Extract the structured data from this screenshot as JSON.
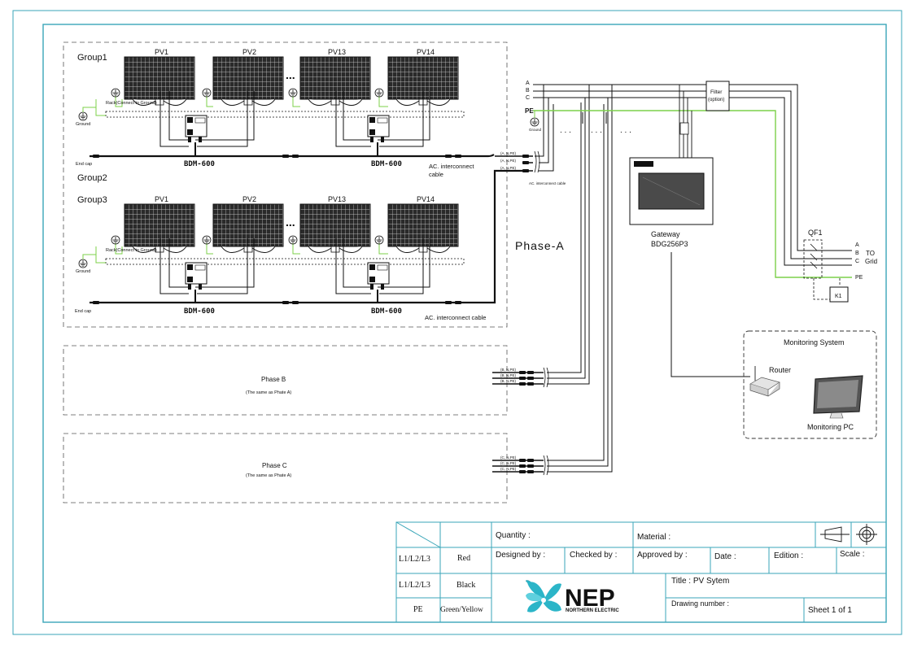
{
  "groups": {
    "group1": "Group1",
    "group2": "Group2",
    "group3": "Group3"
  },
  "panels": [
    "PV1",
    "PV2",
    "PV13",
    "PV14"
  ],
  "ellipsis": "...",
  "labels": {
    "rack": "Rack(Connect to Ground)",
    "ground": "Ground",
    "end_cap": "End cap",
    "inverter": "BDM-600",
    "ac_cable": "AC. interconnect cable",
    "ac_cable_line1": "AC. interconnect",
    "ac_cable_line2": "cable",
    "ac_cable_small": "AC. interconnect cable",
    "phase_a": "Phase-A",
    "phase_b": "Phase  B",
    "phase_c": "Phase  C",
    "same_as": "(The same as Phate A)",
    "wire_a": "(A, N,PE)",
    "wire_b": "(B, N,PE)",
    "wire_c": "(C, N,PE)",
    "bus_a": "A",
    "bus_b": "B",
    "bus_c": "C",
    "bus_pe": "PE",
    "filter_1": "Filter",
    "filter_2": "(option)",
    "gateway_1": "Gateway",
    "gateway_2": "BDG256P3",
    "qf1": "QF1",
    "k1": "K1",
    "to_grid_1": "TO",
    "to_grid_2": "Grid",
    "out_a": "A",
    "out_b": "B",
    "out_c": "C",
    "out_pe": "PE",
    "monitoring_system": "Monitoring System",
    "router": "Router",
    "monitoring_pc": "Monitoring  PC"
  },
  "title_block": {
    "quantity": "Quantity :",
    "material": "Material :",
    "designed_by": "Designed by :",
    "checked_by": "Checked  by :",
    "approved_by": "Approved by :",
    "date": "Date :",
    "edition": "Edition :",
    "scale": "Scale :",
    "title": "Title : PV Sytem",
    "drawing_number": "Drawing  number :",
    "sheet": "Sheet   1  of  1",
    "legend": [
      {
        "code": "L1/L2/L3",
        "color_name": "Red"
      },
      {
        "code": "L1/L2/L3",
        "color_name": "Black"
      },
      {
        "code": "PE",
        "color_name": "Green/Yellow"
      }
    ],
    "logo_text": "NEP",
    "logo_sub": "NORTHERN ELECTRIC"
  },
  "colors": {
    "frame": "#3aa6b8",
    "pe_line": "#7cd04a",
    "logo": "#2bb5c8"
  }
}
